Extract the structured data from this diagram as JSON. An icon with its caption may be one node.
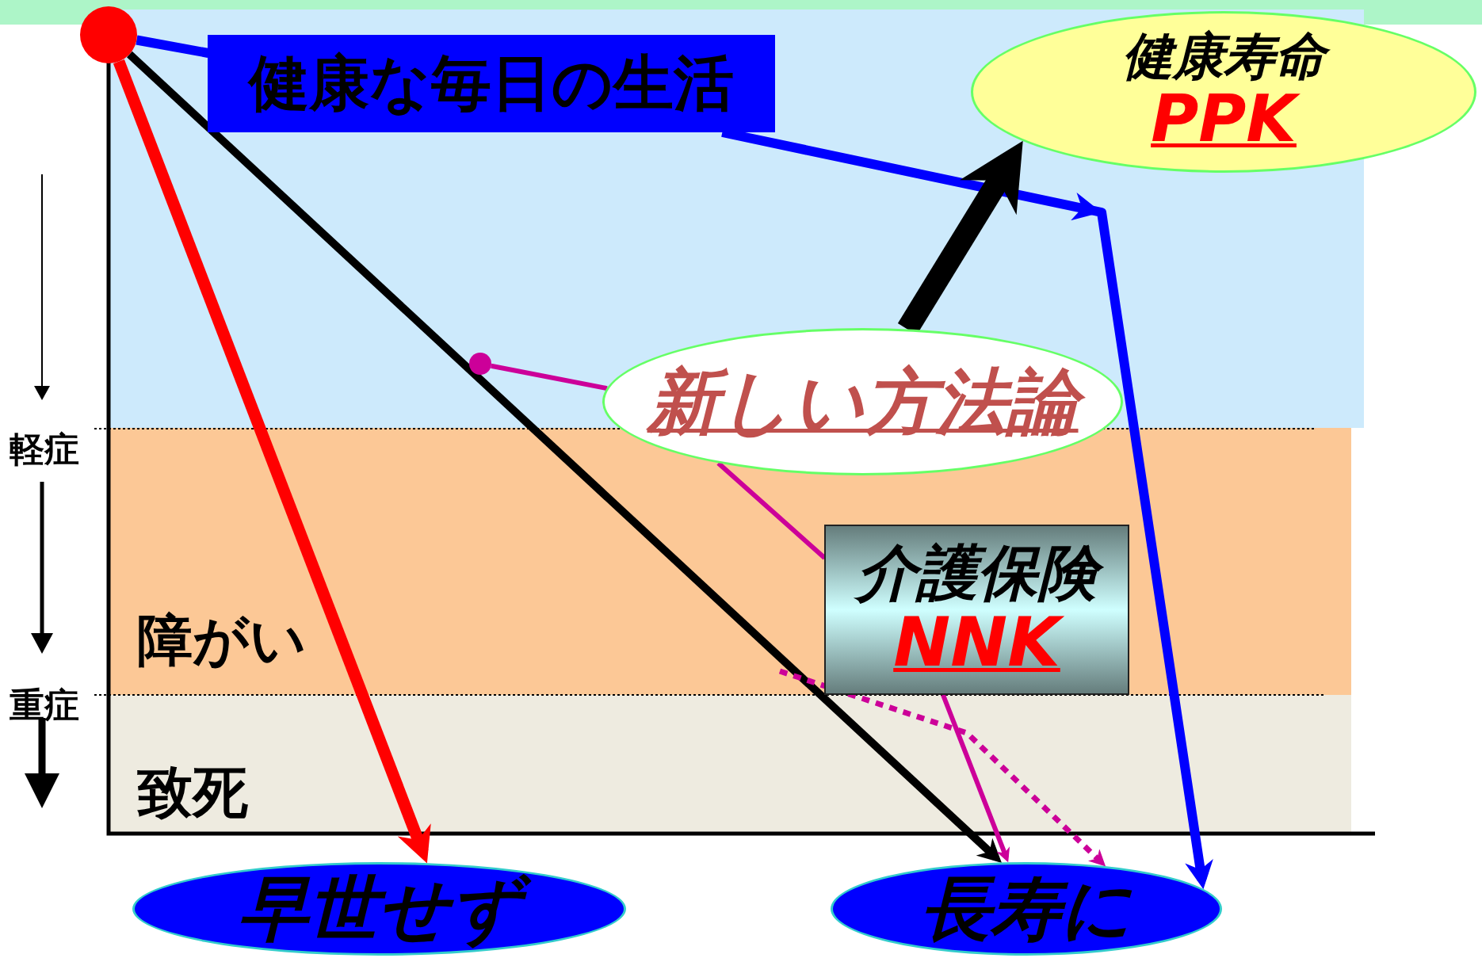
{
  "diagram": {
    "nodes": [
      {
        "text": [],
        "shape": "circle"
      },
      {
        "text": [
          "健康な毎日の生活"
        ]
      },
      {
        "text": [
          "健康寿命",
          "PPK"
        ]
      },
      {
        "text": [
          "新しい方法論"
        ]
      },
      {
        "text": [
          "介護保険",
          "NNK"
        ]
      },
      {
        "text": [
          "早世せず"
        ]
      },
      {
        "text": [
          "長寿に"
        ]
      },
      {
        "text": [],
        "shape": "circle"
      }
    ],
    "edges": [
      {
        "from": 0,
        "to": 5,
        "arrow": "to",
        "color": "#ff0000"
      },
      {
        "from": 0,
        "to": 6,
        "arrow": "to",
        "color": "#000000"
      },
      {
        "from": 0,
        "to": 1,
        "arrow": "none",
        "color": "#0000ff"
      },
      {
        "from": 1,
        "to": 6,
        "arrow": "to",
        "color": "#0000ff"
      },
      {
        "from": 7,
        "to": 3,
        "arrow": "none",
        "color": "#cc0099"
      },
      {
        "from": 3,
        "to": 4,
        "arrow": "none",
        "color": "#cc0099"
      },
      {
        "from": 4,
        "to": 6,
        "arrow": "to",
        "color": "#cc0099"
      },
      {
        "from": null,
        "to": 6,
        "arrow": "to",
        "style": "dashed",
        "color": "#cc0099"
      },
      {
        "from": 3,
        "to": 2,
        "arrow": "to",
        "style": "thick",
        "color": "#000000"
      }
    ],
    "labels": [
      "軽症",
      "障がい",
      "重症",
      "致死"
    ]
  }
}
